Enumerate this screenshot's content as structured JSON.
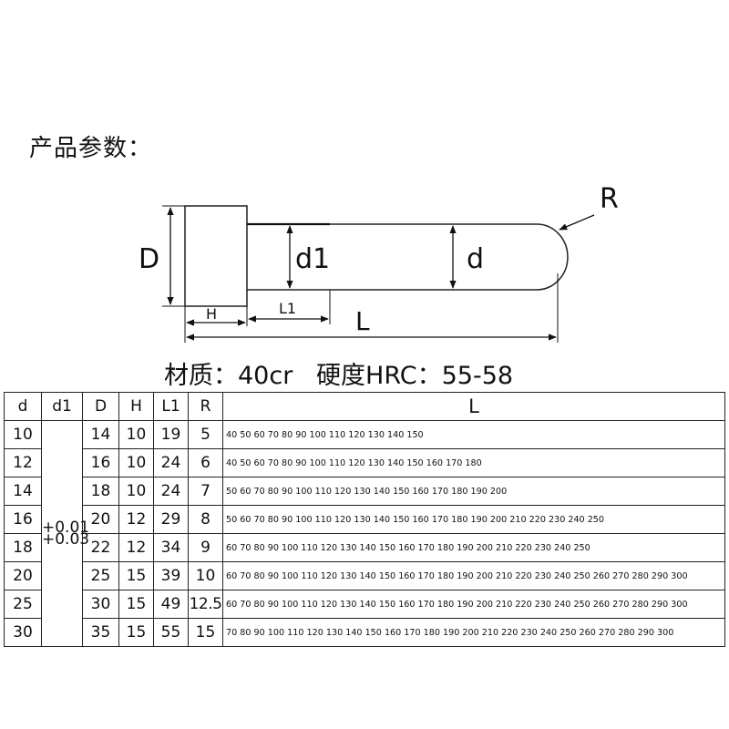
{
  "section_title": "产品参数：",
  "diagram": {
    "labels": {
      "D": "D",
      "d1": "d1",
      "d": "d",
      "R": "R",
      "H": "H",
      "L1": "L1",
      "L": "L"
    }
  },
  "material_line": "材质：40cr   硬度HRC：55-58",
  "table": {
    "headers": [
      "d",
      "d1",
      "D",
      "H",
      "L1",
      "R",
      "L"
    ],
    "d1_tolerance": [
      "+0.01",
      "+0.03"
    ],
    "rows": [
      {
        "d": "10",
        "D": "14",
        "H": "10",
        "L1": "19",
        "R": "5",
        "L": "40 50 60 70 80 90 100 110 120 130 140 150"
      },
      {
        "d": "12",
        "D": "16",
        "H": "10",
        "L1": "24",
        "R": "6",
        "L": "40 50 60 70 80 90 100 110 120 130 140 150 160 170 180"
      },
      {
        "d": "14",
        "D": "18",
        "H": "10",
        "L1": "24",
        "R": "7",
        "L": "50 60 70 80 90 100 110 120 130 140 150 160 170 180 190 200"
      },
      {
        "d": "16",
        "D": "20",
        "H": "12",
        "L1": "29",
        "R": "8",
        "L": "50 60 70 80 90 100 110 120 130 140 150 160 170 180 190 200 210 220 230 240 250"
      },
      {
        "d": "18",
        "D": "22",
        "H": "12",
        "L1": "34",
        "R": "9",
        "L": "60 70 80 90 100 110 120 130 140 150 160 170 180 190 200 210 220 230 240 250"
      },
      {
        "d": "20",
        "D": "25",
        "H": "15",
        "L1": "39",
        "R": "10",
        "L": "60 70 80 90 100 110 120 130 140 150 160 170 180 190 200 210 220 230 240 250 260 270 280 290 300"
      },
      {
        "d": "25",
        "D": "30",
        "H": "15",
        "L1": "49",
        "R": "12.5",
        "L": "60 70 80 90 100 110 120 130 140 150 160 170 180 190 200 210 220 230 240 250 260 270 280 290 300"
      },
      {
        "d": "30",
        "D": "35",
        "H": "15",
        "L1": "55",
        "R": "15",
        "L": "70 80 90 100 110 120 130 140 150 160 170 180 190 200 210 220 230 240 250 260 270 280 290 300"
      }
    ]
  }
}
